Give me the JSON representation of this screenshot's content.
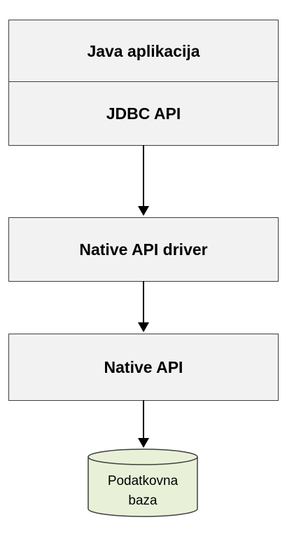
{
  "layers": {
    "app": "Java aplikacija",
    "jdbc": "JDBC API",
    "native_driver": "Native API driver",
    "native_api": "Native API"
  },
  "database": {
    "line1": "Podatkovna",
    "line2": "baza"
  },
  "colors": {
    "box_fill": "#f2f2f2",
    "box_border": "#3f3f3f",
    "db_fill": "#e8f1d8",
    "arrow": "#000000"
  }
}
